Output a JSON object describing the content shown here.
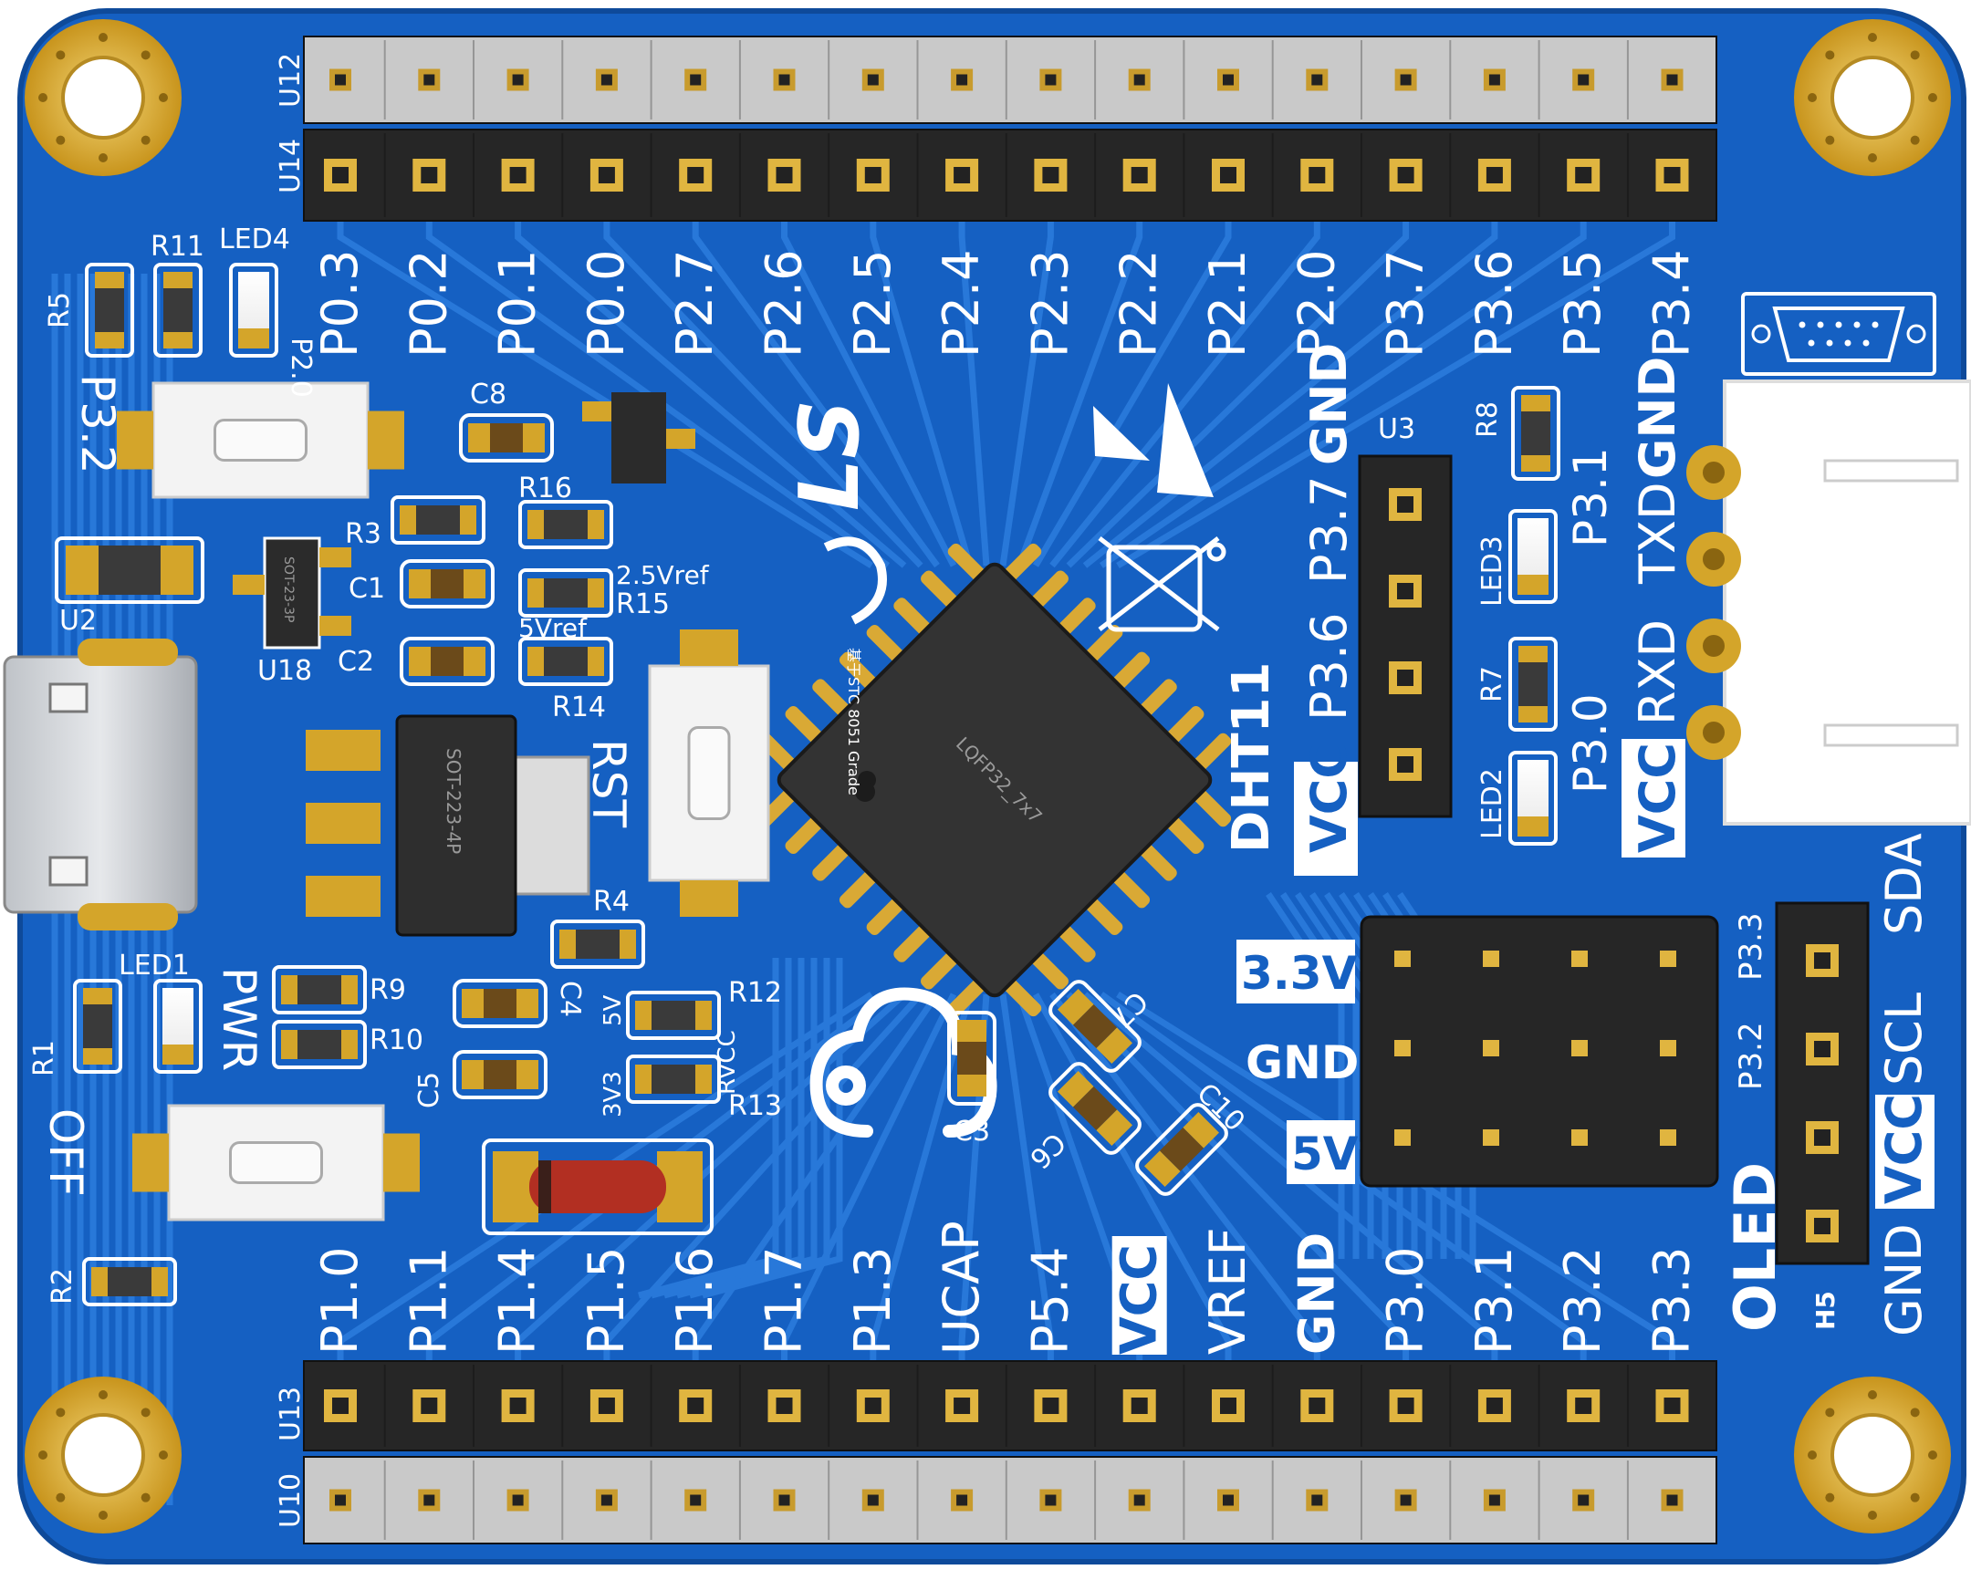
{
  "colors": {
    "pcb": "#1560c2",
    "trace": "#2a78d8",
    "gold": "#d4a52a",
    "silk": "#ffffff",
    "black_header": "#262626",
    "grey_header": "#c9c9c9",
    "chip": "#333333"
  },
  "headers": {
    "top_black": {
      "designator": "U14"
    },
    "top_grey": {
      "designator": "U12"
    },
    "bottom_black": {
      "designator": "U13"
    },
    "bottom_grey": {
      "designator": "U10"
    }
  },
  "top_pin_labels": [
    "P0.3",
    "P0.2",
    "P0.1",
    "P0.0",
    "P2.7",
    "P2.6",
    "P2.5",
    "P2.4",
    "P2.3",
    "P2.2",
    "P2.1",
    "P2.0",
    "P3.7",
    "P3.6",
    "P3.5",
    "P3.4"
  ],
  "bottom_pin_labels": [
    "P1.0",
    "P1.1",
    "P1.4",
    "P1.5",
    "P1.6",
    "P1.7",
    "P1.3",
    "UCAP",
    "P5.4",
    "VCC",
    "VREF",
    "GND",
    "P3.0",
    "P3.1",
    "P3.2",
    "P3.3"
  ],
  "chip": {
    "package": "LQFP32_7x7"
  },
  "components": {
    "r5": "R5",
    "r11": "R11",
    "led4": "LED4",
    "p20": "P2.0",
    "p32": "P3.2",
    "c8": "C8",
    "r16": "R16",
    "r3": "R3",
    "c1": "C1",
    "c2": "C2",
    "u2": "U2",
    "u18": "U18",
    "u18_pkg": "SOT-23-3P",
    "vref25": "2.5Vref",
    "r15": "R15",
    "vref5": "5Vref",
    "r14": "R14",
    "rst": "RST",
    "reg_pkg": "SOT-223-4P",
    "r4": "R4",
    "led1": "LED1",
    "pwr": "PWR",
    "r9": "R9",
    "r10": "R10",
    "r1": "R1",
    "c4": "C4",
    "c5": "C5",
    "r12": "R12",
    "r13": "R13",
    "sel5v": "5V",
    "sel3v3": "3V3",
    "rvcc": "RVCC",
    "c3": "C3",
    "c6": "C6",
    "c7": "C7",
    "c10": "C10",
    "off": "OFF",
    "r2": "R2"
  },
  "dht11": {
    "name": "DHT11",
    "designator": "U3",
    "pins": [
      "GND",
      "P3.7",
      "P3.6",
      "VCC"
    ]
  },
  "uart": {
    "r8": "R8",
    "led3": "LED3",
    "r7": "R7",
    "led2": "LED2",
    "p31": "P3.1",
    "p30": "P3.0",
    "pins": [
      "GND",
      "TXD",
      "RXD",
      "VCC"
    ]
  },
  "power_block": {
    "labels": [
      "3.3V",
      "GND",
      "5V"
    ]
  },
  "oled": {
    "name": "OLED",
    "designator": "H5",
    "pins": [
      "SDA",
      "SCL",
      "VCC",
      "GND"
    ],
    "pin_nets": [
      "P3.3",
      "P3.2"
    ]
  },
  "logo": {
    "text": "LS",
    "subtext": "基于STC 8051 Grade"
  }
}
